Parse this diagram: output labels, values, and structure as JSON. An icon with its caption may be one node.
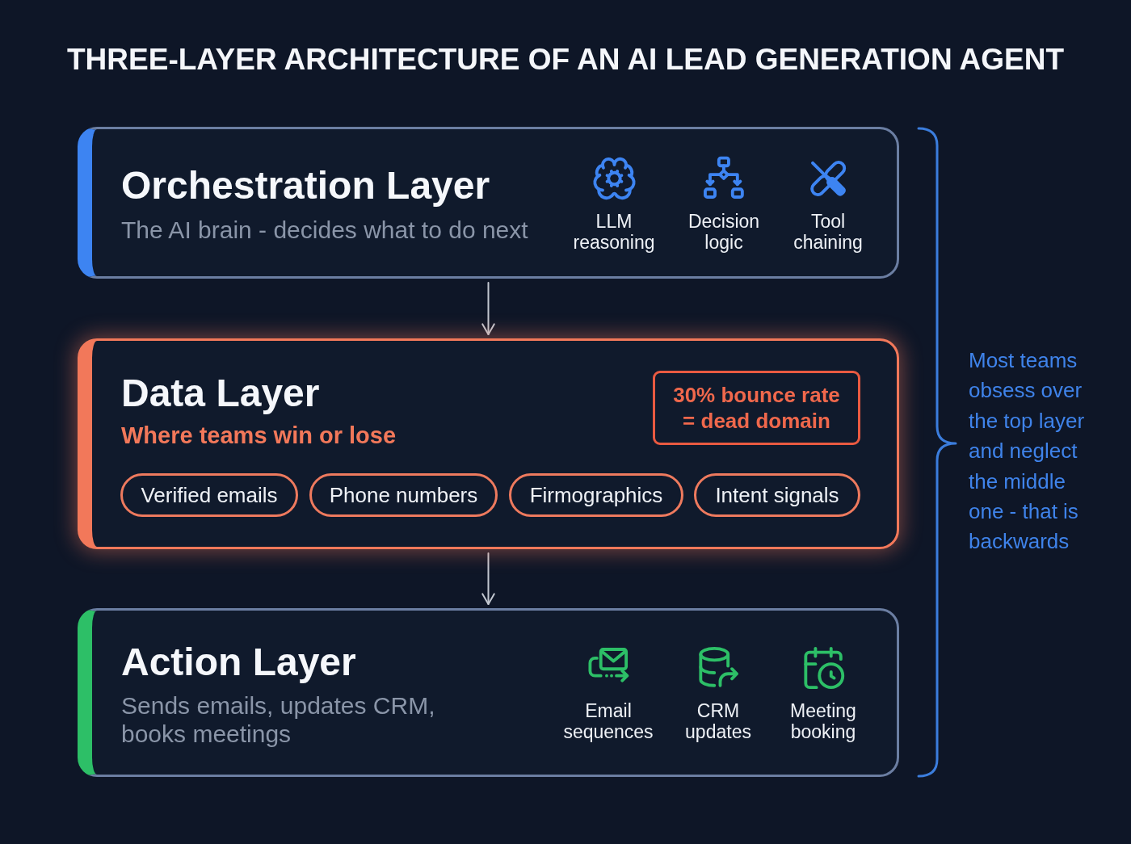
{
  "diagram": {
    "title": "THREE-LAYER ARCHITECTURE OF AN AI LEAD GENERATION AGENT",
    "nodes": [
      {
        "text": [
          "Orchestration Layer",
          "The AI brain - decides what to do next"
        ]
      },
      {
        "text": [
          "Data Layer",
          "Where teams win or lose"
        ]
      },
      {
        "text": [
          "30% bounce rate = dead domain"
        ],
        "in": 1
      },
      {
        "text": [
          "Verified emails"
        ],
        "in": 1
      },
      {
        "text": [
          "Phone numbers"
        ],
        "in": 1
      },
      {
        "text": [
          "Firmographics"
        ],
        "in": 1
      },
      {
        "text": [
          "Intent signals"
        ],
        "in": 1
      },
      {
        "text": [
          "Action Layer",
          "Sends emails, updates CRM, books meetings"
        ]
      }
    ],
    "edges": [
      {
        "from": 0,
        "to": 1,
        "arrow": "to"
      },
      {
        "from": 1,
        "to": 7,
        "arrow": "to"
      }
    ],
    "labels": [
      "LLM reasoning",
      "Decision logic",
      "Tool chaining",
      "Email sequences",
      "CRM updates",
      "Meeting booking",
      "Most teams obsess over the top layer and neglect the middle one - that is backwards"
    ]
  }
}
